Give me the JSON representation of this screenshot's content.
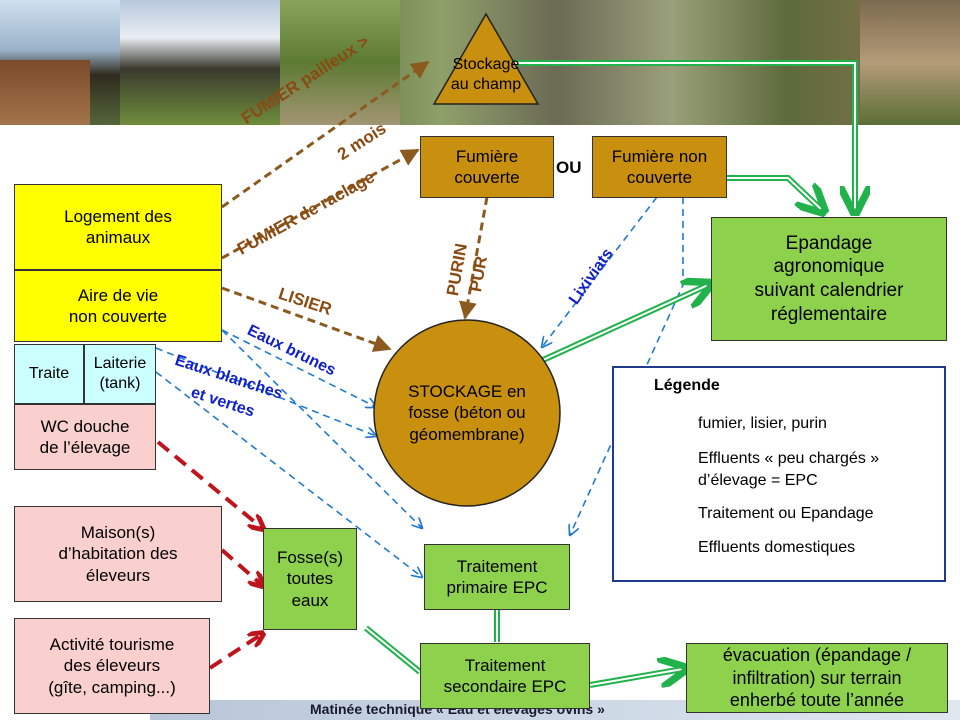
{
  "boxes": {
    "stockage_champ": "Stockage\nau champ",
    "fumiere_couverte": "Fumière\ncouverte",
    "ou": "OU",
    "fumiere_non_couverte": "Fumière  non\ncouverte",
    "logement": "Logement des\nanimaux",
    "aire_de_vie": "Aire de vie\nnon couverte",
    "traite": "Traite",
    "laiterie": "Laiterie\n(tank)",
    "wc": "WC douche\nde l’élevage",
    "maison": "Maison(s)\nd’habitation des\néleveurs",
    "activite": "Activité tourisme\ndes éleveurs\n(gîte, camping...)",
    "stockage_fosse": "STOCKAGE en\nfosse (béton ou\ngéomembrane)",
    "epandage": "Epandage\nagronomique\nsuivant calendrier\nréglementaire",
    "fosses": "Fosse(s)\ntoutes\neaux",
    "traitement_primaire": "Traitement\nprimaire EPC",
    "traitement_secondaire": "Traitement\nsecondaire EPC",
    "evacuation": "évacuation (épandage /\ninfiltration) sur terrain\nenherbé toute l’année"
  },
  "arrow_labels": {
    "fumier_pailleux": "FUMIER pailleux >",
    "deux_mois": "2 mois",
    "fumier_raclage": "FUMIER de raclage",
    "lisier": "LISIER",
    "purin": "PURIN",
    "pur": "PUR",
    "lixiviats": "Lixiviats",
    "eaux_brunes": "Eaux brunes",
    "eaux_blanches": "Eaux blanches",
    "et_vertes": "et vertes"
  },
  "legend": {
    "title": "Légende",
    "items": [
      "fumier, lisier, purin",
      "Effluents « peu chargés »",
      "d’élevage = EPC",
      "Traitement ou Epandage",
      "Effluents domestiques"
    ]
  },
  "footer": {
    "title": "Matinée technique « Eau et élevages ovins »"
  },
  "colors": {
    "brown_arrow": "#8a5a1e",
    "blue_arrow": "#1f7ad1",
    "green_arrow": "#22b24c",
    "red_arrow": "#c0141c"
  }
}
